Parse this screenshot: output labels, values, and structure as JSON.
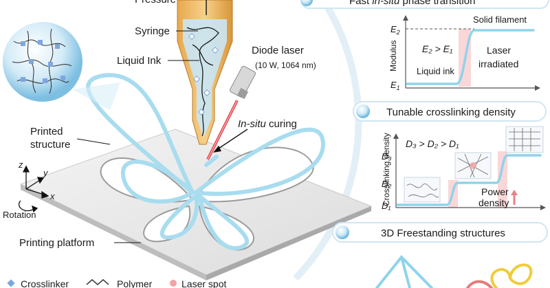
{
  "left": {
    "pressure": "Pressure",
    "syringe": "Syringe",
    "liquid_ink": "Liquid Ink",
    "diode_laser": "Diode laser",
    "laser_spec": "(10 W, 1064 nm)",
    "in_situ_italic": "In-situ",
    "in_situ_rest": " curing",
    "printed": "Printed",
    "structure": "structure",
    "axis_z": "z",
    "axis_y": "y",
    "axis_x": "x",
    "rotation": "Rotation",
    "platform": "Printing platform"
  },
  "legend": {
    "crosslinker": "Crosslinker",
    "polymer": "Polymer",
    "laser_spot": "Laser spot"
  },
  "panel1": {
    "title": "Fast ",
    "title_italic": "in-situ",
    "title_rest": " phase transition",
    "solid_filament": "Solid filament",
    "e2": "E",
    "e2_sub": "2",
    "e1": "E",
    "e1_sub": "1",
    "ineq": "E₂ > E₁",
    "laser": "Laser",
    "irradiated": "irradiated",
    "liquid_ink": "Liquid ink",
    "ylabel": "Modulus"
  },
  "panel2": {
    "title": "Tunable crosslinking density",
    "ineq": "D₃ > D₂ > D₁",
    "d3": "D₃",
    "d2": "D₂",
    "d1": "D₁",
    "ylabel": "Crosslinking density",
    "power": "Power",
    "density": "density"
  },
  "panel3": {
    "title": "3D Freestanding structures"
  },
  "colors": {
    "filament": "#a8dcef",
    "laser": "#e8323a",
    "crosslinker": "#7ea6e0",
    "pill_border": "#cfe6f2",
    "highlight": "#f7c6c8"
  }
}
